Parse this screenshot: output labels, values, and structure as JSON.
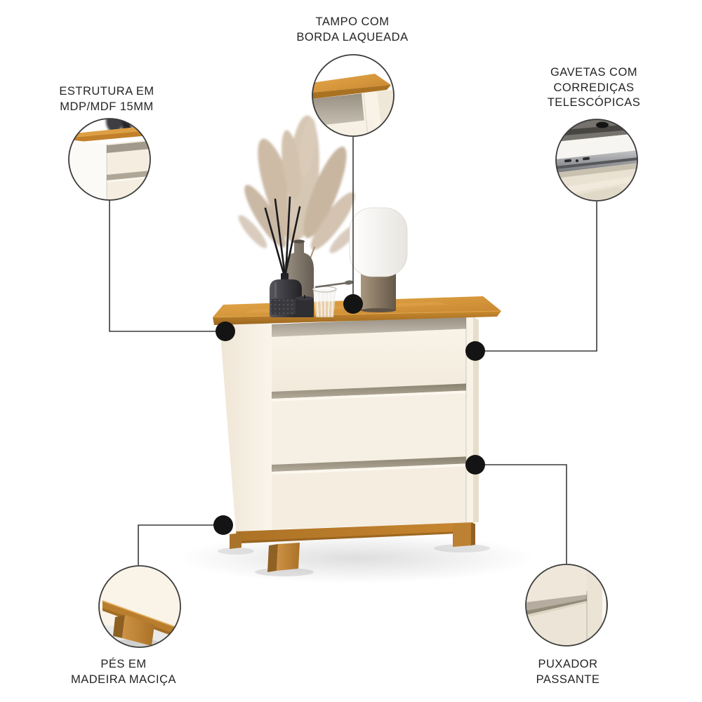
{
  "meta": {
    "type": "product-infographic",
    "language": "pt-BR",
    "product_name": "Cômoda 3 Gavetas"
  },
  "colors": {
    "wood": "#C8862F",
    "body_cream": "#F5EEE2",
    "text": "#242424",
    "connector_line": "#3A3A3A",
    "dot": "#141414",
    "background": "#FFFFFF"
  },
  "callouts": [
    {
      "id": "estrutura",
      "position": "top-left",
      "label": "ESTRUTURA EM\nMDP/MDF 15MM"
    },
    {
      "id": "tampo",
      "position": "top-center",
      "label": "TAMPO COM\nBORDA LAQUEADA"
    },
    {
      "id": "gavetas",
      "position": "top-right",
      "label": "GAVETAS COM\nCORREDIÇAS\nTELESCÓPICAS"
    },
    {
      "id": "pes",
      "position": "bottom-left",
      "label": "PÉS EM\nMADEIRA MACIÇA"
    },
    {
      "id": "puxador",
      "position": "bottom-right",
      "label": "PUXADOR\nPASSANTE"
    }
  ],
  "decor_items": [
    "pampas-grass",
    "reed-diffuser-bottle",
    "diffuser-sticks",
    "taupe-vase",
    "black-candle",
    "ribbed-glass",
    "table-lamp"
  ]
}
